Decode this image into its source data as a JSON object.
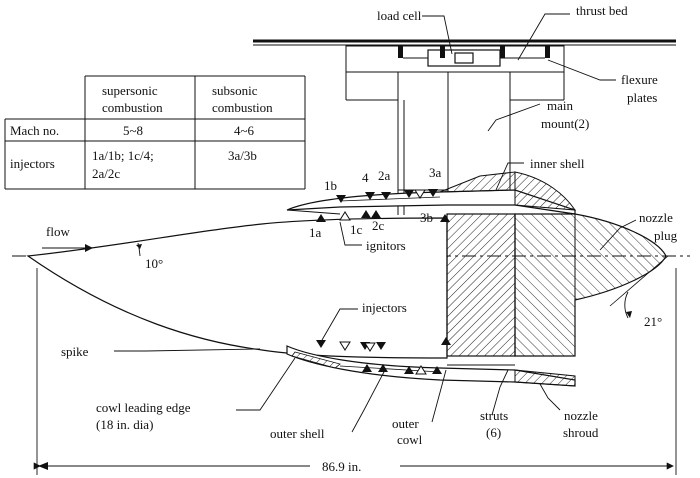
{
  "labels": {
    "load_cell": "load cell",
    "thrust_bed": "thrust bed",
    "flexure_1": "flexure",
    "flexure_2": "plates",
    "main_mount_1": "main",
    "main_mount_2": "mount(2)",
    "inner_shell": "inner shell",
    "nozzle_plug_1": "nozzle",
    "nozzle_plug_2": "plug",
    "flow": "flow",
    "angle_10": "10°",
    "angle_21": "21°",
    "ignitors": "ignitors",
    "injectors": "injectors",
    "spike": "spike",
    "cowl_le_1": "cowl leading edge",
    "cowl_le_2": "(18 in. dia)",
    "outer_shell": "outer shell",
    "outer_cowl_1": "outer",
    "outer_cowl_2": "cowl",
    "struts_1": "struts",
    "struts_2": "(6)",
    "nozzle_shroud_1": "nozzle",
    "nozzle_shroud_2": "shroud",
    "length": "86.9 in."
  },
  "stations": {
    "s1a": "1a",
    "s1b": "1b",
    "s1c": "1c",
    "s2a": "2a",
    "s2c": "2c",
    "s3a": "3a",
    "s3b": "3b",
    "s4": "4"
  },
  "table": {
    "head_sup_1": "supersonic",
    "head_sup_2": "combustion",
    "head_sub_1": "subsonic",
    "head_sub_2": "combustion",
    "row1_label": "Mach no.",
    "row1_sup": "5~8",
    "row1_sub": "4~6",
    "row2_label": "injectors",
    "row2_sup_1": "1a/1b; 1c/4;",
    "row2_sup_2": "2a/2c",
    "row2_sub": "3a/3b"
  }
}
